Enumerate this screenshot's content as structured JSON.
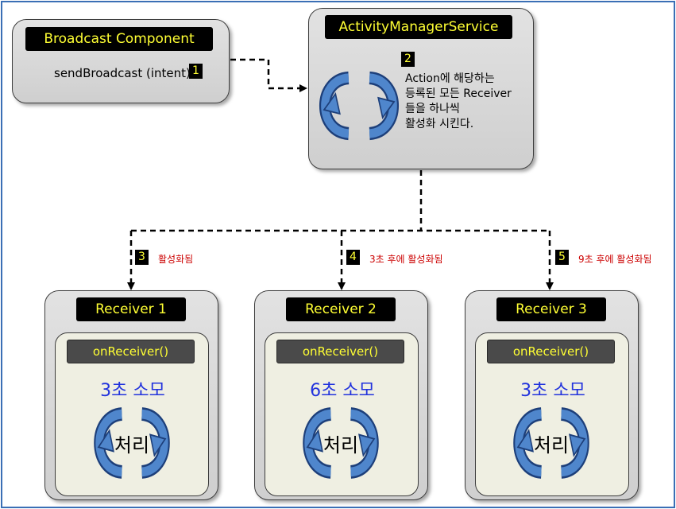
{
  "sender": {
    "title": "Broadcast Component",
    "call": "sendBroadcast (intent)",
    "step": "1"
  },
  "ams": {
    "title": "ActivityManagerService",
    "step": "2",
    "desc": [
      "Action에 해당하는",
      "등록된 모든 Receiver",
      "들을 하나씩",
      "활성화 시킨다."
    ]
  },
  "edges": [
    {
      "step": "3",
      "label": "활성화됨"
    },
    {
      "step": "4",
      "label": "3초 후에 활성화됨"
    },
    {
      "step": "5",
      "label": "9초 후에 활성화됨"
    }
  ],
  "receivers": [
    {
      "title": "Receiver 1",
      "method": "onReceiver()",
      "time": "3초 소모",
      "process": "처리"
    },
    {
      "title": "Receiver 2",
      "method": "onReceiver()",
      "time": "6초 소모",
      "process": "처리"
    },
    {
      "title": "Receiver 3",
      "method": "onReceiver()",
      "time": "3초 소모",
      "process": "처리"
    }
  ],
  "colors": {
    "title_bg": "#000000",
    "title_text": "#ffff33",
    "cycle_arrow": "#3b6fb6",
    "time_text": "#2233dd",
    "edge_label": "#cc0000",
    "frame": "#3a6fb5"
  },
  "icons": [
    "cycle-arrow-icon"
  ]
}
